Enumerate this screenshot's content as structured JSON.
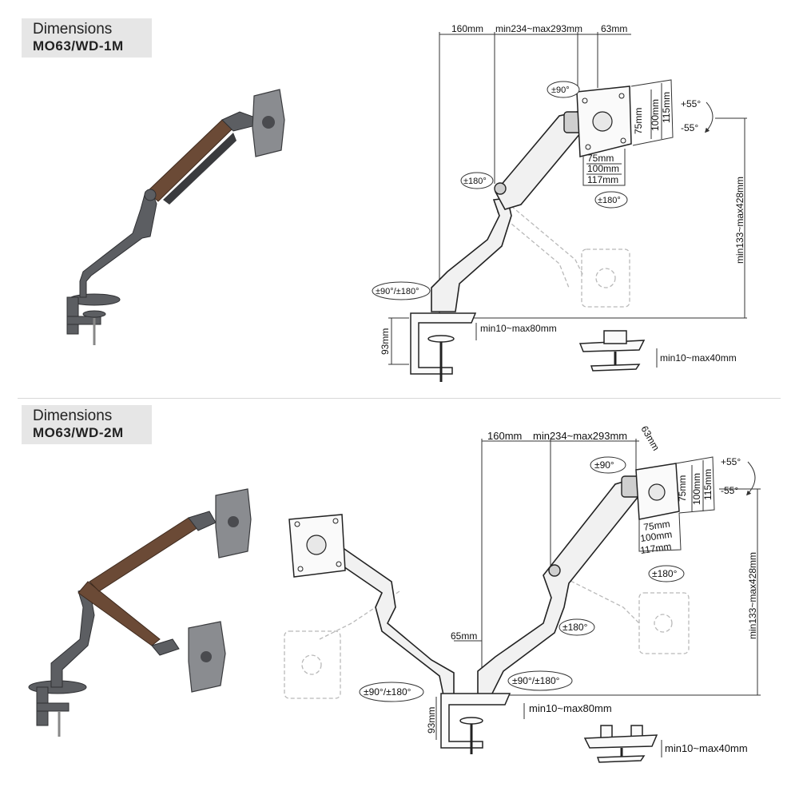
{
  "section1": {
    "title_line1": "Dimensions",
    "title_line2": "MO63/WD-1M",
    "labels": {
      "width_160": "160mm",
      "reach": "min234~max293mm",
      "offset_63": "63mm",
      "tilt_up": "+55°",
      "tilt_down": "-55°",
      "swivel_90": "±90°",
      "rotate_180": "±180°",
      "rotate_180_elbow": "±180°",
      "vesa_h_75": "75mm",
      "vesa_h_100": "100mm",
      "vesa_h_115": "115mm",
      "vesa_w_75": "75mm",
      "vesa_w_100": "100mm",
      "vesa_w_117": "117mm",
      "base_rotate": "±90°/±180°",
      "height": "min133~max428mm",
      "clamp_height": "93mm",
      "desk_clamp": "min10~max80mm",
      "grommet": "min10~max40mm"
    }
  },
  "section2": {
    "title_line1": "Dimensions",
    "title_line2": "MO63/WD-2M",
    "labels": {
      "width_160": "160mm",
      "reach": "min234~max293mm",
      "offset_63": "63mm",
      "tilt_up": "+55°",
      "tilt_down": "-55°",
      "swivel_90": "±90°",
      "rotate_180": "±180°",
      "rotate_180_elbow": "±180°",
      "vesa_h_75": "75mm",
      "vesa_h_100": "100mm",
      "vesa_h_115": "115mm",
      "vesa_w_75": "75mm",
      "vesa_w_100": "100mm",
      "vesa_w_117": "117mm",
      "pole_65": "65mm",
      "base_rotate_left": "±90°/±180°",
      "base_rotate_right": "±90°/±180°",
      "height": "min133~max428mm",
      "clamp_height": "93mm",
      "desk_clamp": "min10~max80mm",
      "grommet": "min10~max40mm"
    }
  },
  "colors": {
    "wood": "#6b4a36",
    "metal": "#5c5e62",
    "title_bg": "#e6e6e6"
  }
}
